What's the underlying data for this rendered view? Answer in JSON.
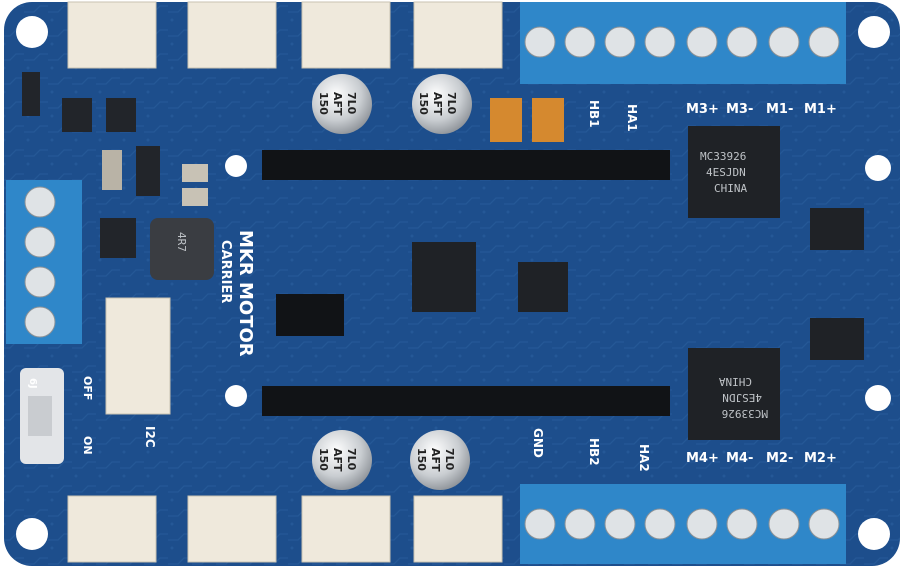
{
  "board": {
    "name_line1": "MKR MOTOR",
    "name_line2": "CARRIER",
    "colors": {
      "pcb": "#1d4e8c",
      "pcb_dark": "#123a6e",
      "terminal_blue": "#2f87c9",
      "header_white": "#efe9dc",
      "chip": "#1f2226"
    }
  },
  "labels": {
    "top_terminals": [
      "M3+",
      "M3-",
      "M1-",
      "M1+"
    ],
    "bottom_terminals": [
      "M4+",
      "M4-",
      "M2-",
      "M2+"
    ],
    "hb1": "HB1",
    "ha1": "HA1",
    "gnd": "GND",
    "hb2": "HB2",
    "ha2": "HA2",
    "i2c": "I2C",
    "off": "OFF",
    "on": "ON",
    "switch_id": "6J"
  },
  "chips": {
    "driver_top": [
      "MC33926",
      "4ESJDN",
      "CHINA"
    ],
    "driver_bottom": [
      "MC33926",
      "4ESJDN",
      "CHINA"
    ],
    "inductor": "4R7"
  },
  "capacitors": {
    "top_left": [
      "150",
      "AFT",
      "7L0"
    ],
    "top_right": [
      "150",
      "AFT",
      "7L0"
    ],
    "bottom_left": [
      "150",
      "AFT",
      "7L0"
    ],
    "bottom_right": [
      "150",
      "AFT",
      "7L0"
    ]
  }
}
